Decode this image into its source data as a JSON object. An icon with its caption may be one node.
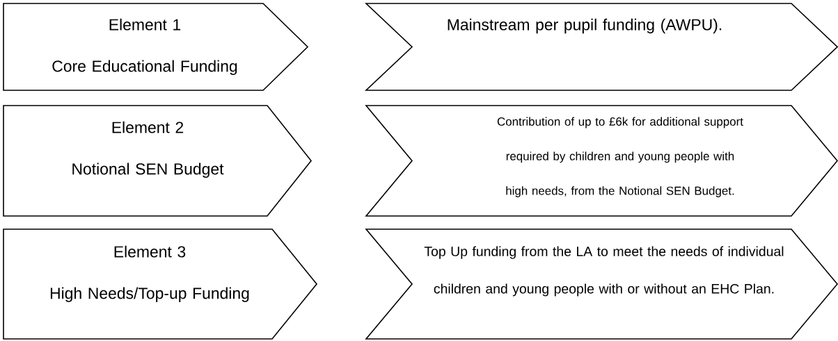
{
  "diagram": {
    "nodes": [
      {
        "text": [
          "Element 1",
          "Core Educational Funding"
        ]
      },
      {
        "text": [
          "Mainstream per pupil funding (AWPU)."
        ]
      },
      {
        "text": [
          "Element 2",
          "Notional SEN Budget"
        ]
      },
      {
        "text": [
          "Contribution of up to £6k for additional support required by children and young people with high needs, from the Notional SEN Budget."
        ]
      },
      {
        "text": [
          "Element 3",
          "High Needs/Top-up Funding"
        ]
      },
      {
        "text": [
          "Top Up funding from the LA to meet the needs of individual children and young people with or without an EHC Plan."
        ]
      }
    ]
  }
}
